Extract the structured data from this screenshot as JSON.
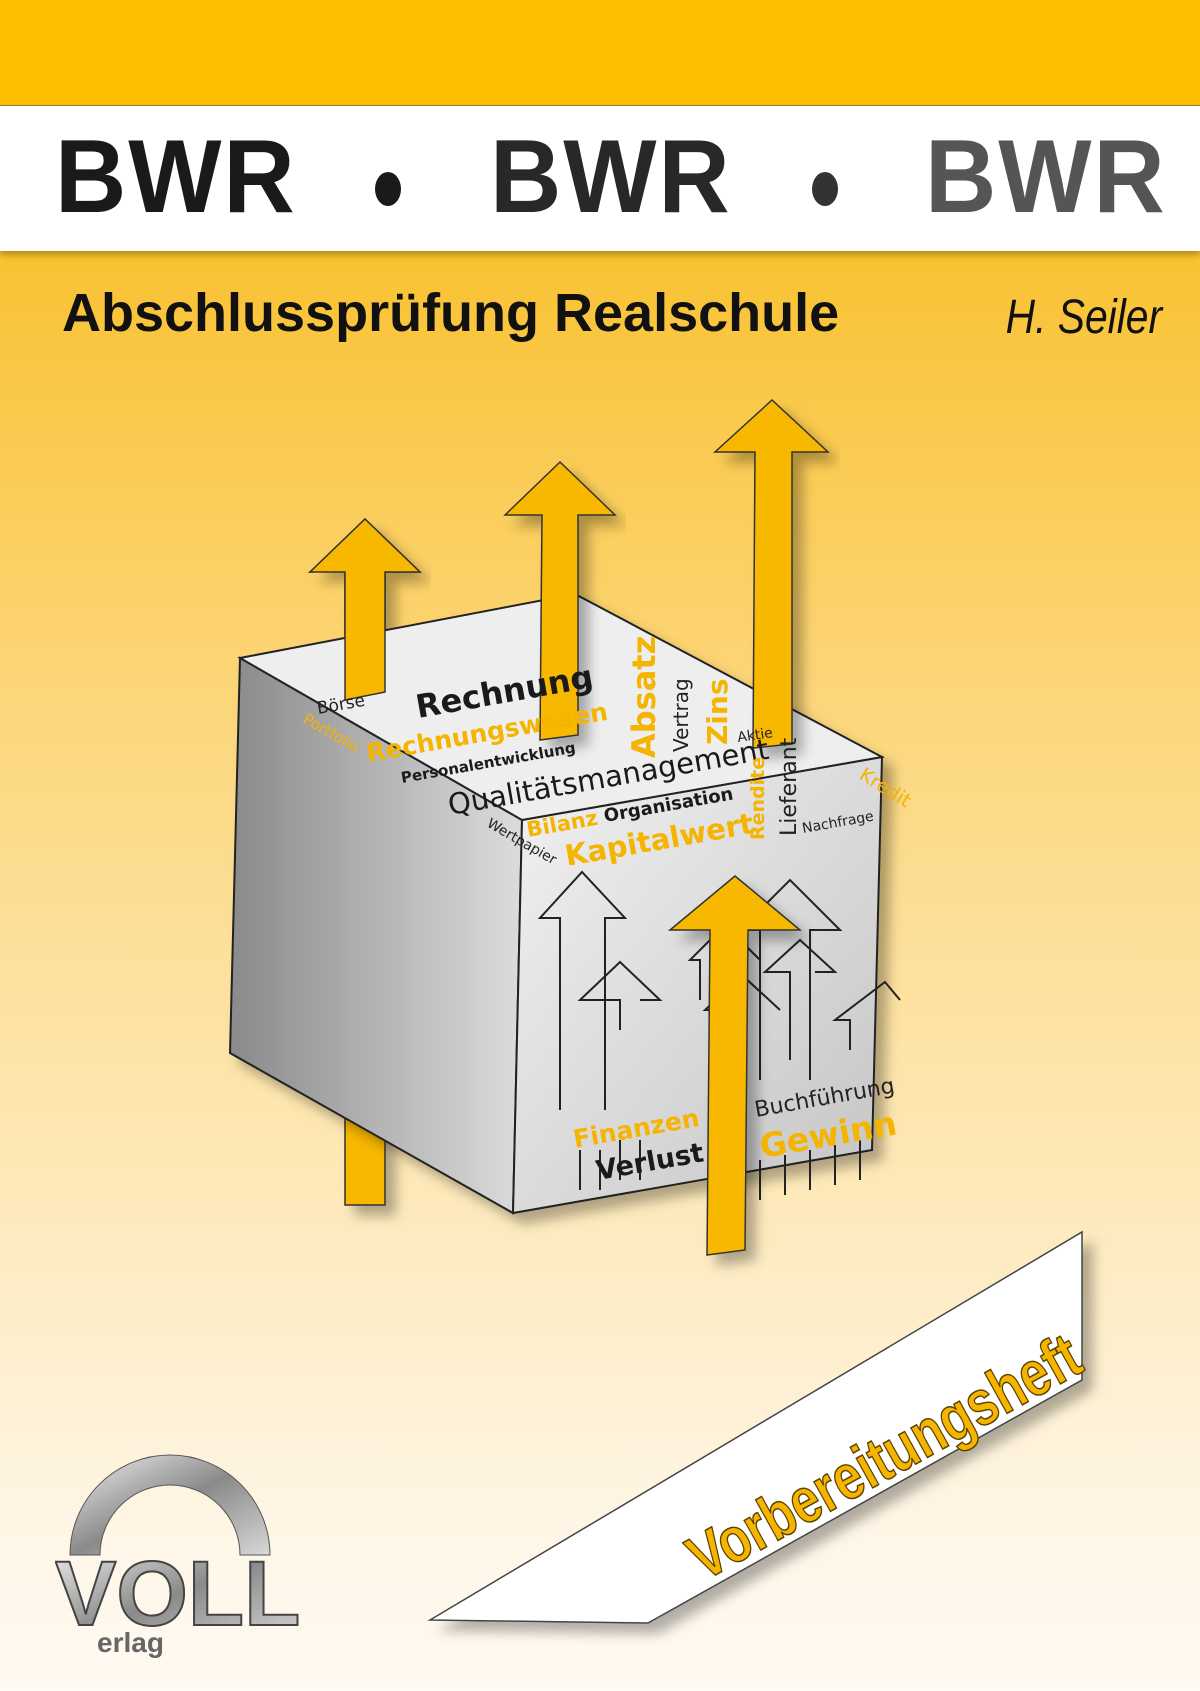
{
  "header": {
    "bwr": [
      "BWR",
      "BWR",
      "BWR"
    ],
    "separator": "•",
    "colors": [
      "#1a1a1a",
      "#2a2a2a",
      "#555555"
    ]
  },
  "subtitle": "Abschlussprüfung Realschule",
  "author": "H. Seiler",
  "cube_top_words": [
    "Börse",
    "Portfolio",
    "Rechnung",
    "Rechnungswesen",
    "Personalentwicklung",
    "Qualitätsmanagement",
    "Absatz",
    "Vertrag",
    "Zins",
    "Aktie",
    "Lieferant",
    "Rendite",
    "Kredit",
    "Nachfrage",
    "Bilanz",
    "Organisation",
    "Wertpapier",
    "Kapitalwert"
  ],
  "cube_front_words": [
    "Finanzen",
    "Verlust",
    "Buchführung",
    "Gewinn"
  ],
  "banner": "Vorbereitungsheft",
  "publisher": {
    "logo_text": "VOLL",
    "sub": "erlag"
  },
  "colors": {
    "accent": "#f9b800",
    "dark": "#1a1a1a"
  }
}
